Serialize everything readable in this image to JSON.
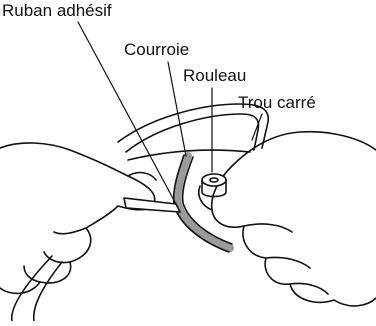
{
  "labels": {
    "ruban": "Ruban adhésif",
    "courroie": "Courroie",
    "rouleau": "Rouleau",
    "trou": "Trou carré"
  },
  "colors": {
    "line": "#111111",
    "belt": "#9a9a9a",
    "background": "#ffffff"
  }
}
